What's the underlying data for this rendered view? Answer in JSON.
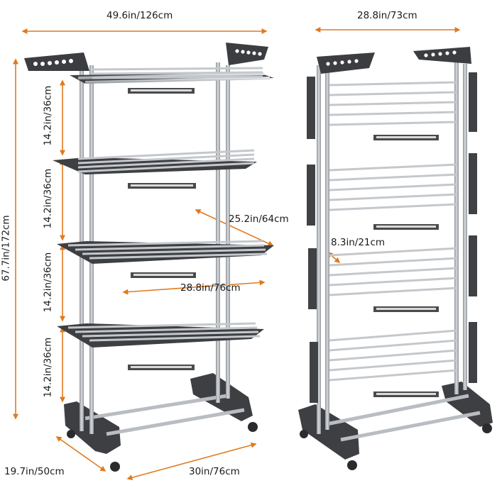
{
  "dimensions": {
    "left_top_width": "49.6in/126cm",
    "right_top_width": "28.8in/73cm",
    "total_height": "67.7in/172cm",
    "tier_gap_1": "14.2in/36cm",
    "tier_gap_2": "14.2in/36cm",
    "tier_gap_3": "14.2in/36cm",
    "tier_gap_4": "14.2in/36cm",
    "shelf_depth_extended": "25.2in/64cm",
    "shelf_width": "28.8in/76cm",
    "wing_depth": "8.3in/21cm",
    "base_depth": "19.7in/50cm",
    "base_width": "30in/76cm"
  },
  "colors": {
    "frame_dark": "#4a4a4c",
    "rail_light": "#bfc3c7",
    "pole": "#a9adb2",
    "dimension_line": "#e07a1f"
  }
}
